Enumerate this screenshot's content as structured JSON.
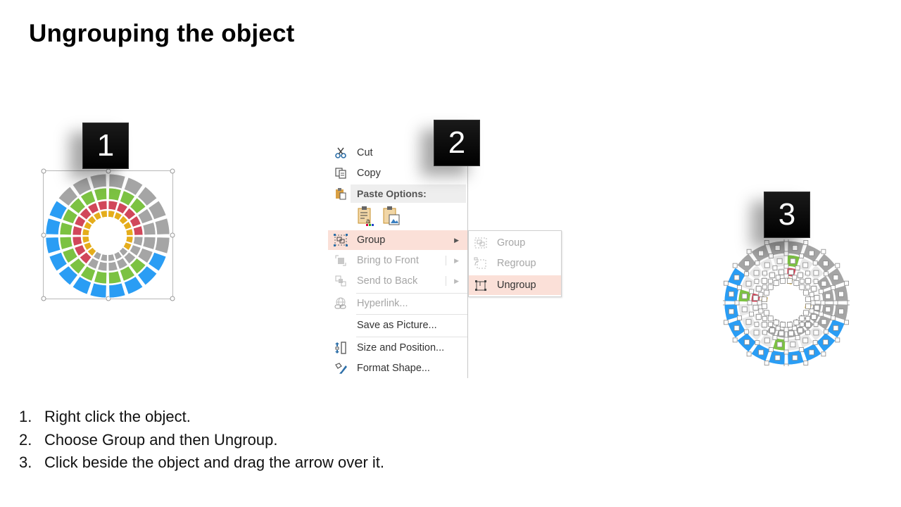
{
  "slide": {
    "title": "Ungrouping the object"
  },
  "badges": [
    {
      "label": "1"
    },
    {
      "label": "2"
    },
    {
      "label": "3"
    }
  ],
  "colors": {
    "blue": "#2a9df4",
    "gray": "#a5a5a5",
    "green": "#7cc242",
    "red": "#d1475a",
    "yellow": "#e5ad1b",
    "highlight": "#fbe0d8"
  },
  "context_menu": {
    "items": [
      {
        "label": "Cut",
        "icon": "scissors-icon",
        "enabled": true
      },
      {
        "label": "Copy",
        "icon": "copy-icon",
        "enabled": true
      },
      {
        "label": "Paste Options:",
        "icon": "paste-icon",
        "enabled": true,
        "header": true
      },
      {
        "label": "Group",
        "icon": "group-icon",
        "enabled": true,
        "highlighted": true,
        "submenu": true
      },
      {
        "label": "Bring to Front",
        "icon": "bring-to-front-icon",
        "enabled": false,
        "submenu": true
      },
      {
        "label": "Send to Back",
        "icon": "send-to-back-icon",
        "enabled": false,
        "submenu": true
      },
      {
        "label": "Hyperlink...",
        "icon": "hyperlink-icon",
        "enabled": false
      },
      {
        "label": "Save as Picture...",
        "icon": "",
        "enabled": true
      },
      {
        "label": "Size and Position...",
        "icon": "size-position-icon",
        "enabled": true
      },
      {
        "label": "Format Shape...",
        "icon": "format-shape-icon",
        "enabled": true
      }
    ],
    "paste_options": [
      "paste-keep-text-icon",
      "paste-picture-icon"
    ]
  },
  "group_submenu": {
    "items": [
      {
        "label": "Group",
        "enabled": false
      },
      {
        "label": "Regroup",
        "enabled": false
      },
      {
        "label": "Ungroup",
        "enabled": true,
        "highlighted": true
      }
    ]
  },
  "steps": [
    {
      "num": "1.",
      "text": "Right click the object."
    },
    {
      "num": "2.",
      "text": "Choose Group and then Ungroup."
    },
    {
      "num": "3.",
      "text": "Click beside the object and drag the arrow over it."
    }
  ]
}
